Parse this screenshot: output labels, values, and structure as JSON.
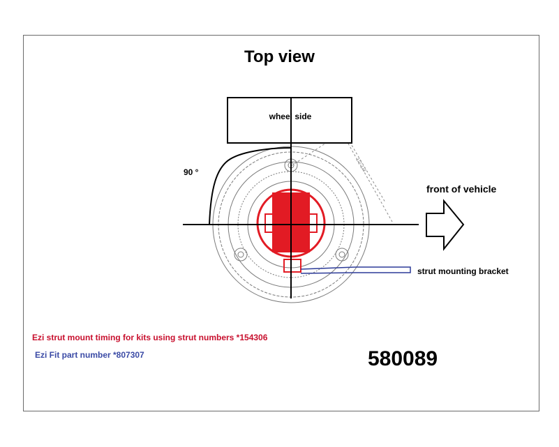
{
  "title": "Top view",
  "labels": {
    "wheel_side": "wheel side",
    "angle": "90 °",
    "front_of_vehicle": "front of vehicle",
    "strut_mounting_bracket": "strut mounting bracket"
  },
  "notes": {
    "timing": "Ezi strut mount timing for kits using strut numbers *154306",
    "part_number": "Ezi Fit part number *807307"
  },
  "part_code": "580089",
  "colors": {
    "red": "#e21b24",
    "blue": "#2b3a98",
    "line": "#000000",
    "sketch": "#7a7a7a",
    "timing_text": "#c8102e",
    "part_text": "#3a4aa5"
  }
}
